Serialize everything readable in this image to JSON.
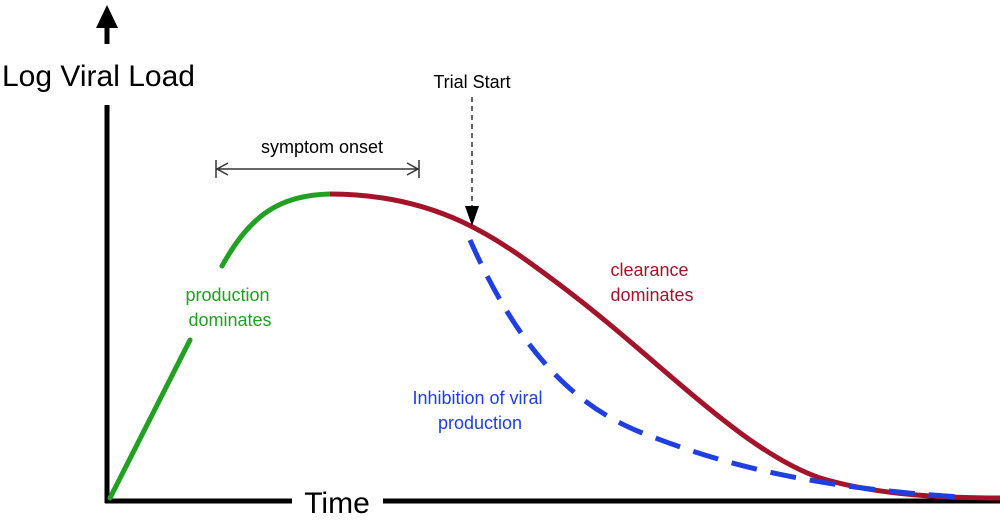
{
  "y_axis_label": "Log Viral Load",
  "x_axis_label": "Time",
  "trial_start_label": "Trial Start",
  "symptom_onset_label": "symptom onset",
  "production_label": [
    "production",
    "dominates"
  ],
  "clearance_label": [
    "clearance",
    "dominates"
  ],
  "inhibition_label": [
    "Inhibition of viral",
    "production"
  ],
  "colors": {
    "axis": "#000000",
    "production": "#22a022",
    "clearance": "#a3142b",
    "inhibition": "#1f3fe0",
    "arrow": "#333333"
  }
}
